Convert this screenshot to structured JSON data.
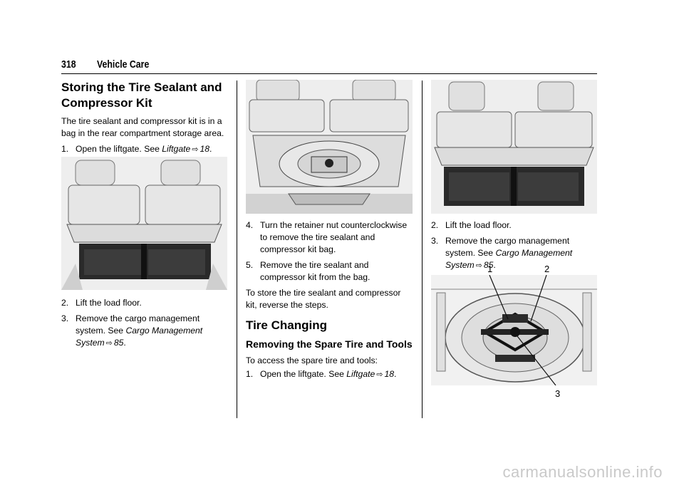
{
  "header": {
    "page_number": "318",
    "section": "Vehicle Care"
  },
  "col1": {
    "heading": "Storing the Tire Sealant and Compressor Kit",
    "intro": "The tire sealant and compressor kit is in a bag in the rear compartment storage area.",
    "step1": {
      "num": "1.",
      "text": "Open the liftgate. See ",
      "ref": "Liftgate",
      "page": "18",
      "end": "."
    },
    "step2": {
      "num": "2.",
      "text": "Lift the load floor."
    },
    "step3": {
      "num": "3.",
      "text": "Remove the cargo management system. See ",
      "ref": "Cargo Management System",
      "page": "85",
      "end": "."
    }
  },
  "col2": {
    "step4": {
      "num": "4.",
      "text": "Turn the retainer nut counterclockwise to remove the tire sealant and compressor kit bag."
    },
    "step5": {
      "num": "5.",
      "text": "Remove the tire sealant and compressor kit from the bag."
    },
    "store": "To store the tire sealant and compressor kit, reverse the steps.",
    "heading": "Tire Changing",
    "subheading": "Removing the Spare Tire and Tools",
    "access": "To access the spare tire and tools:",
    "step1": {
      "num": "1.",
      "text": "Open the liftgate. See ",
      "ref": "Liftgate",
      "page": "18",
      "end": "."
    }
  },
  "col3": {
    "step2": {
      "num": "2.",
      "text": "Lift the load floor."
    },
    "step3": {
      "num": "3.",
      "text": "Remove the cargo management system. See ",
      "ref": "Cargo Management System",
      "page": "85",
      "end": "."
    },
    "callouts": [
      "1",
      "2",
      "3"
    ]
  },
  "arrow_glyph": "⇨",
  "watermark": "carmanualsonline.info"
}
